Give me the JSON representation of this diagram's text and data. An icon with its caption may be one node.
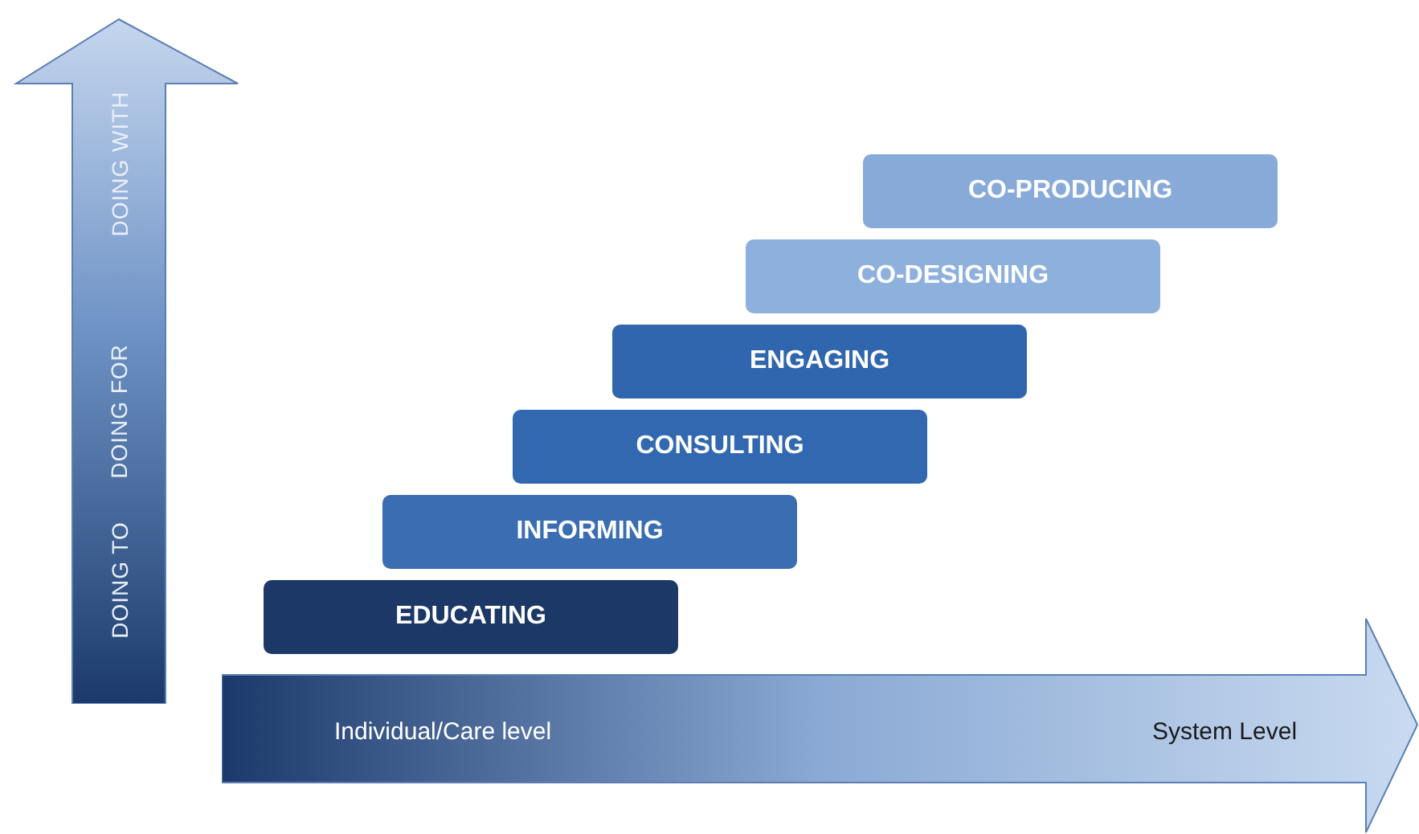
{
  "diagram": {
    "nodes": [
      {
        "text": [
          "DOING TO",
          "DOING FOR",
          "DOING WITH"
        ]
      },
      {
        "text": [
          "Individual/Care level",
          "System Level"
        ]
      },
      {
        "text": [
          "EDUCATING"
        ]
      },
      {
        "text": [
          "INFORMING"
        ]
      },
      {
        "text": [
          "CONSULTING"
        ]
      },
      {
        "text": [
          "ENGAGING"
        ]
      },
      {
        "text": [
          "CO-DESIGNING"
        ]
      },
      {
        "text": [
          "CO-PRODUCING"
        ]
      }
    ]
  }
}
